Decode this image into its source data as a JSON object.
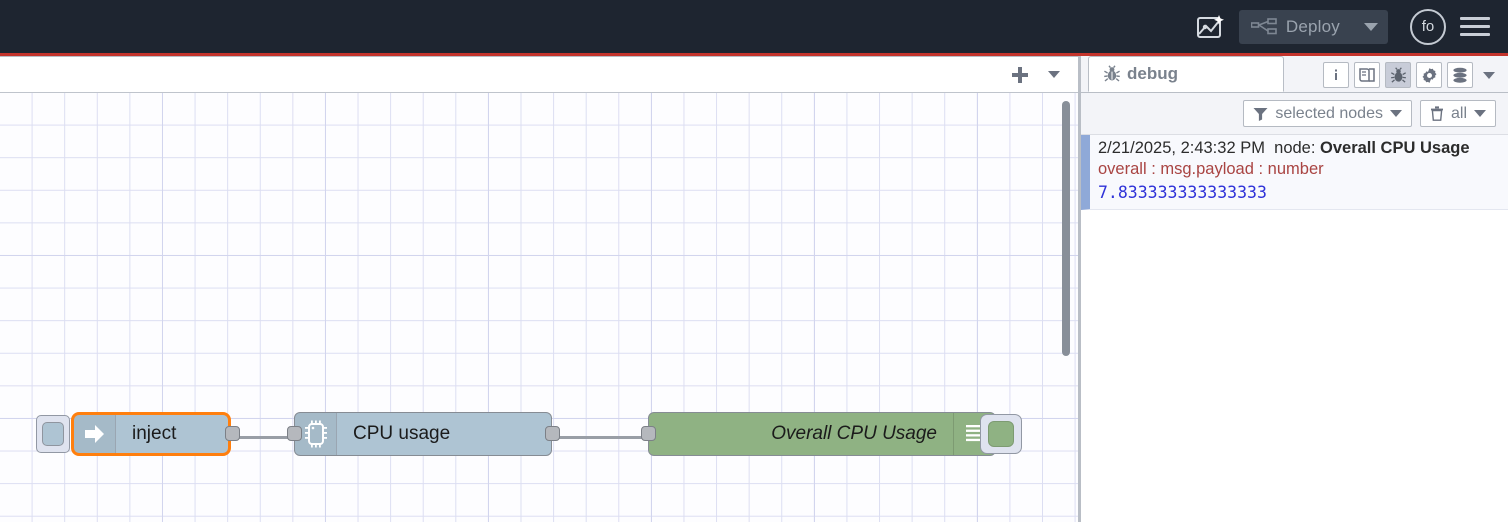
{
  "header": {
    "ai_icon": "ai-flow-icon",
    "deploy": {
      "label": "Deploy",
      "icon": "deploy-flow-icon",
      "caret": "chevron-down-icon",
      "disabled": true
    },
    "avatar": {
      "initials": "fo"
    },
    "menu_icon": "hamburger-menu-icon",
    "background": "#1e2530",
    "accent_line": "#c4342c"
  },
  "workspace": {
    "tabbar": {
      "add_icon": "plus-icon",
      "caret_icon": "chevron-down-icon",
      "tabs": []
    },
    "nodes": [
      {
        "id": "inject",
        "label": "inject",
        "icon": "inject-arrow-icon",
        "selected": true,
        "color": "#aec4d3",
        "selection_color": "#ff7f0e",
        "has_inject_button": true
      },
      {
        "id": "cpu-usage",
        "label": "CPU usage",
        "icon": "cpu-chip-icon",
        "selected": false,
        "color": "#aec4d3"
      },
      {
        "id": "overall-cpu-usage",
        "label": "Overall CPU Usage",
        "icon": "debug-lines-icon",
        "selected": false,
        "color": "#8fb283",
        "has_debug_button": true,
        "debug_enabled": true
      }
    ]
  },
  "sidebar": {
    "tab": {
      "label": "debug",
      "icon": "bug-icon"
    },
    "tools": [
      {
        "name": "info-icon",
        "glyph": "i",
        "active": false
      },
      {
        "name": "help-book-icon",
        "glyph": "book",
        "active": false
      },
      {
        "name": "debug-bug-icon",
        "glyph": "bug",
        "active": true
      },
      {
        "name": "config-gear-icon",
        "glyph": "gear",
        "active": false
      },
      {
        "name": "context-data-icon",
        "glyph": "stack",
        "active": false
      }
    ],
    "tools_caret": "chevron-down-icon",
    "filters": [
      {
        "name": "filter-nodes-dropdown",
        "icon": "filter-icon",
        "label": "selected nodes",
        "caret": "chevron-down-icon"
      },
      {
        "name": "clear-messages-dropdown",
        "icon": "trash-icon",
        "label": "all",
        "caret": "chevron-down-icon"
      }
    ],
    "messages": [
      {
        "timestamp": "2/21/2025, 2:43:32 PM",
        "node_prefix": "node: ",
        "node_name": "Overall CPU Usage",
        "topic": "overall : msg.payload : number",
        "value": "7.833333333333333",
        "accent": "#8fa9d8",
        "topic_color": "#a94442",
        "value_color": "#2f32d8"
      }
    ]
  }
}
